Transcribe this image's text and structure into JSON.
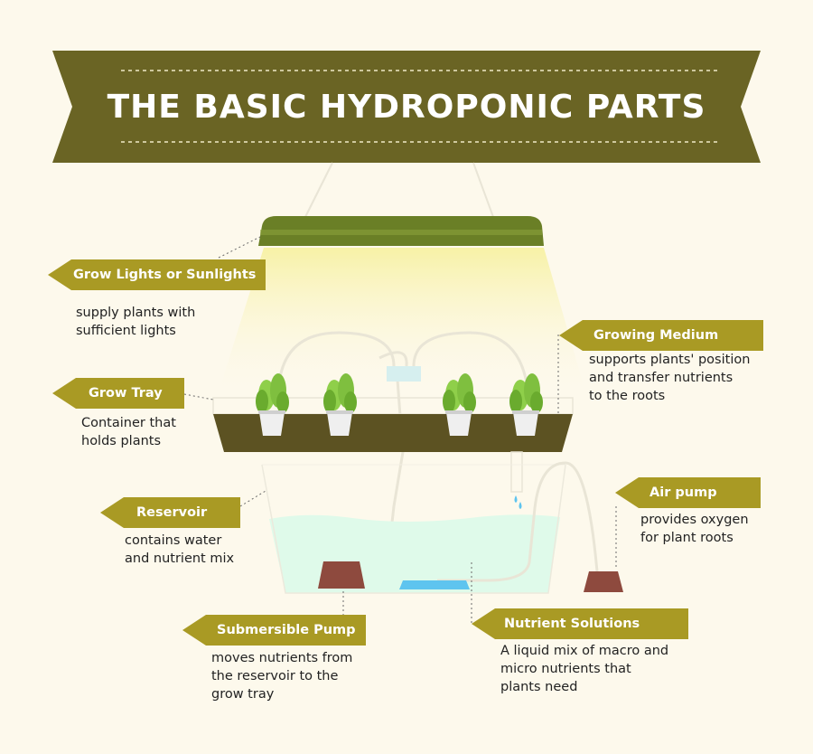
{
  "title": "THE BASIC HYDROPONIC PARTS",
  "colors": {
    "banner": "#6a6424",
    "tag": "#a99a24",
    "lamp": "#6a7f26",
    "tray": "#5c5222",
    "water": "#dffaea",
    "pump": "#8e4a3e",
    "stone": "#5ec4ef",
    "plant": "#7fbf3f",
    "background": "#fdf9ec"
  },
  "labels": {
    "grow_lights": {
      "title": "Grow Lights or Sunlights",
      "desc": "supply plants with\nsufficient lights"
    },
    "grow_tray": {
      "title": "Grow Tray",
      "desc": "Container that\nholds plants"
    },
    "reservoir": {
      "title": "Reservoir",
      "desc": "contains water\nand nutrient mix"
    },
    "submersible_pump": {
      "title": "Submersible Pump",
      "desc": "moves nutrients from\nthe reservoir to the\ngrow tray"
    },
    "growing_medium": {
      "title": "Growing Medium",
      "desc": "supports plants' position\nand transfer nutrients\nto the roots"
    },
    "air_pump": {
      "title": "Air pump",
      "desc": "provides oxygen\nfor plant roots"
    },
    "nutrient_solutions": {
      "title": "Nutrient Solutions",
      "desc": "A liquid mix of macro and\nmicro nutrients that\nplants need"
    }
  },
  "icons": [
    "lamp-icon",
    "plant-pot-icon",
    "pump-icon",
    "air-pump-icon",
    "air-stone-icon",
    "water-drop-icon"
  ]
}
